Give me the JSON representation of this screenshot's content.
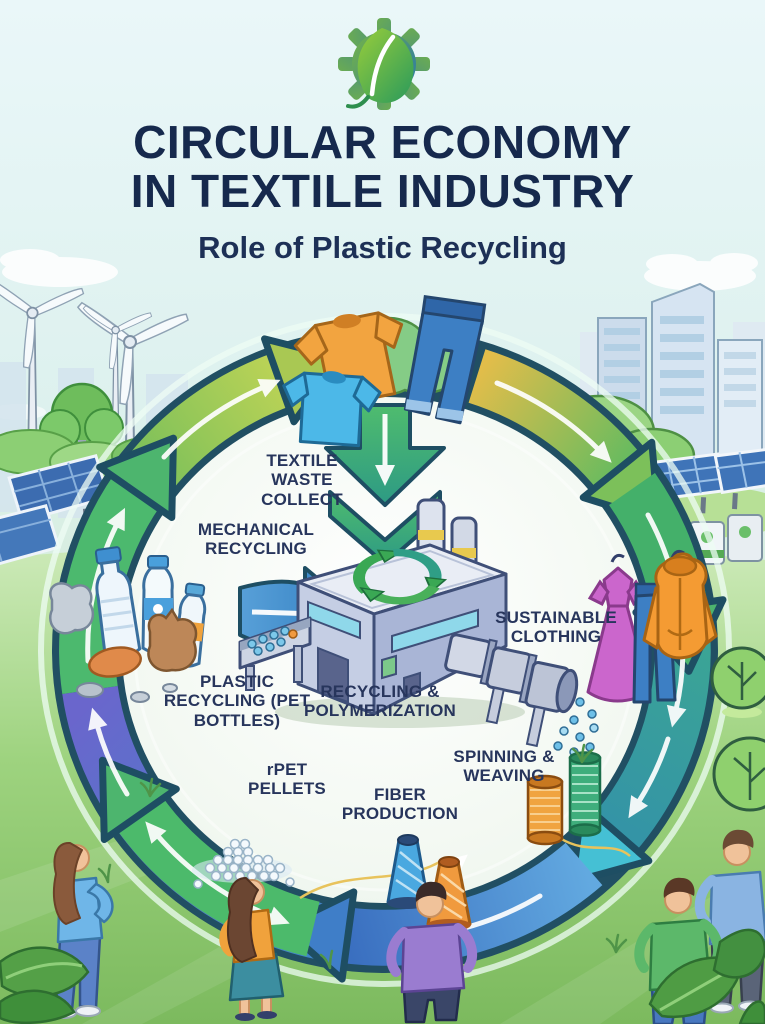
{
  "header": {
    "title_line1": "CIRCULAR ECONOMY",
    "title_line2": "IN TEXTILE INDUSTRY",
    "subtitle": "Role of Plastic Recycling"
  },
  "logo": {
    "icon": "eco-gear-leaf-icon"
  },
  "cycle": {
    "direction": "clockwise",
    "stages": [
      {
        "id": "textile-waste-collect",
        "label": "TEXTILE WASTE COLLECT"
      },
      {
        "id": "mechanical-recycling",
        "label": "MECHANICAL RECYCLING"
      },
      {
        "id": "plastic-recycling-pet-bottles",
        "label": "PLASTIC RECYCLING (PET BOTTLES)"
      },
      {
        "id": "recycling-polymerization",
        "label": "RECYCLING & POLYMERIZATION"
      },
      {
        "id": "rpet-pellets",
        "label": "rPET PELLETS"
      },
      {
        "id": "fiber-production",
        "label": "FIBER PRODUCTION"
      },
      {
        "id": "spinning-weaving",
        "label": "SPINNING & WEAVING"
      },
      {
        "id": "sustainable-clothing",
        "label": "SUSTAINABLE CLOTHING"
      }
    ]
  },
  "colors": {
    "title": "#16294d",
    "label": "#27355c",
    "ring_green": "#4db56e",
    "ring_yellow_green": "#a9c853",
    "ring_gold": "#d8b84a",
    "ring_teal": "#2f98a8",
    "ring_blue": "#3f7ec8",
    "ring_purple": "#5a69c8",
    "sky": "#eaf7f9",
    "grass": "#8cc96d"
  }
}
